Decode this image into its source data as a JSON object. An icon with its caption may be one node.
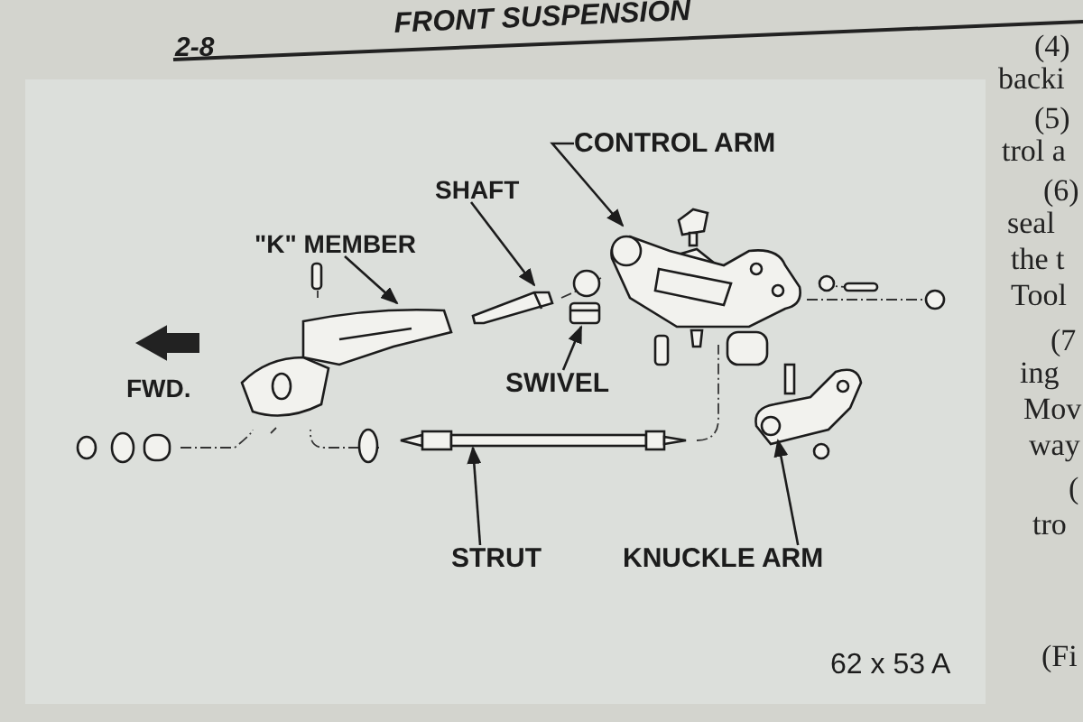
{
  "diagram": {
    "title": "FRONT SUSPENSION",
    "nodes": [
      {
        "text": [
          "CONTROL ARM"
        ]
      },
      {
        "text": [],
        "shape": "picture"
      },
      {
        "text": [
          "SHAFT"
        ]
      },
      {
        "text": [],
        "shape": "picture"
      },
      {
        "text": [
          "\"K\" MEMBER"
        ]
      },
      {
        "text": [],
        "shape": "picture"
      },
      {
        "text": [
          "SWIVEL"
        ]
      },
      {
        "text": [],
        "shape": "picture"
      },
      {
        "text": [
          "STRUT"
        ]
      },
      {
        "text": [],
        "shape": "picture"
      },
      {
        "text": [
          "KNUCKLE ARM"
        ]
      },
      {
        "text": [],
        "shape": "picture"
      }
    ],
    "edges": [
      {
        "from": 0,
        "to": 1,
        "arrow": "to"
      },
      {
        "from": 2,
        "to": 3,
        "arrow": "to"
      },
      {
        "from": 4,
        "to": 5,
        "arrow": "to"
      },
      {
        "from": 6,
        "to": 7,
        "arrow": "to"
      },
      {
        "from": 8,
        "to": 9,
        "arrow": "to"
      },
      {
        "from": 10,
        "to": 11,
        "arrow": "to"
      }
    ],
    "labels": [
      "2-8",
      "FWD.",
      "62 x 53 A",
      "(4)",
      "backi",
      "(5)",
      "trol a",
      "(6)",
      "seal",
      "the t",
      "Tool",
      "(7",
      "ing",
      "Mov",
      "way",
      "(",
      "tro",
      "(Fi"
    ]
  }
}
